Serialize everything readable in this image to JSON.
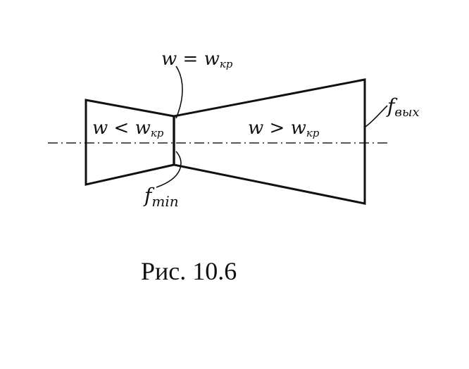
{
  "labels": {
    "critical_velocity": "w = w",
    "critical_velocity_sub": "кр",
    "subsonic": "w < w",
    "subsonic_sub": "кр",
    "supersonic": "w > w",
    "supersonic_sub": "кр",
    "exit_area": "f",
    "exit_area_sub": "вых",
    "min_area": "f",
    "min_area_sub": "min"
  },
  "caption": "Рис. 10.6"
}
